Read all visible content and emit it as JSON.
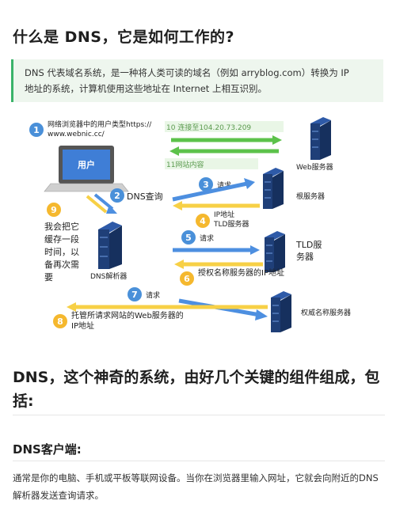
{
  "title": "什么是 DNS，它是如何工作的?",
  "intro": {
    "line1": "DNS 代表域名系统，是一种将人类可读的域名（例如 arryblog.com）转换为 IP",
    "line2": "地址的系统，计算机使用这些地址在 Internet 上相互识别。"
  },
  "diagram": {
    "step1_num": "1",
    "step1_line1": "网络浏览器中的用户类型https://",
    "step1_line2": "www.webnic.cc/",
    "user_label": "用户",
    "step10_text": "10 连接至104.20.73.209",
    "step11_text": "11网站内容",
    "web_server": "Web服务器",
    "step2_num": "2",
    "step2_text": "DNS查询",
    "step3_num": "3",
    "step3_text": "请求",
    "root_server": "根服务器",
    "step4_num": "4",
    "step4_line1": "IP地址",
    "step4_line2": "TLD服务器",
    "step5_num": "5",
    "step5_text": "请求",
    "tld_line1": "TLD服",
    "tld_line2": "务器",
    "step6_num": "6",
    "step6_text": "授权名称服务器的IP地址",
    "step9_num": "9",
    "step9_lines": [
      "我会把它",
      "缓存一段",
      "时间，以",
      "备再次需",
      "要"
    ],
    "resolver_label": "DNS解析器",
    "step7_num": "7",
    "step7_text": "请求",
    "auth_server": "权威名称服务器",
    "step8_num": "8",
    "step8_line1": "托管所请求网站的Web服务器的",
    "step8_line2": "IP地址"
  },
  "section_title": "DNS，这个神奇的系统，由好几个关键的组件组成，包括:",
  "subsection_title": "DNS客户端:",
  "paragraph": "通常是你的电脑、手机或平板等联网设备。当你在浏览器里输入网址，它就会向附近的DNS解析器发送查询请求。",
  "colors": {
    "accent_green": "#3bb36a",
    "circle_blue": "#4a90d9",
    "circle_yellow": "#f5b82e",
    "arrow_green": "#5cc24a",
    "arrow_blue": "#4d8fe0",
    "arrow_yellow": "#f7d046",
    "server_navy": "#1f3f78"
  }
}
